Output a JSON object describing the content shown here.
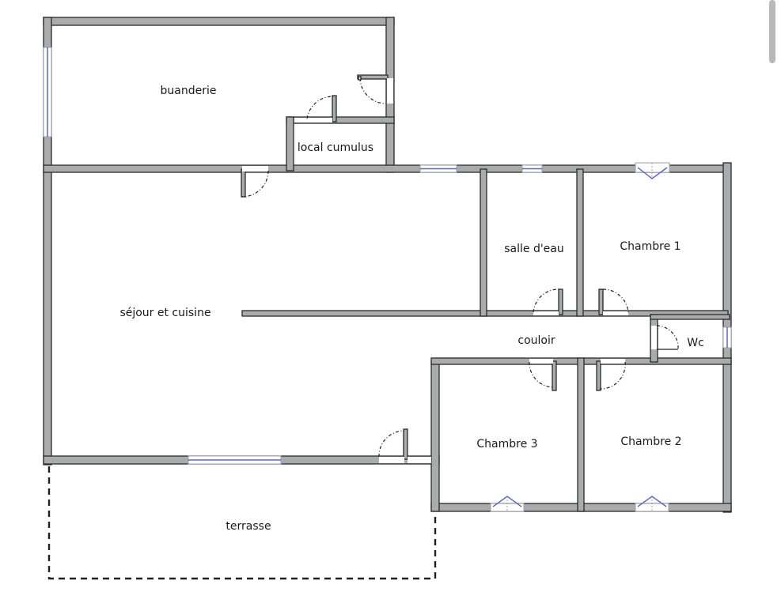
{
  "plan": {
    "rooms": [
      {
        "id": "buanderie",
        "label": "buanderie"
      },
      {
        "id": "local-cumulus",
        "label": "local cumulus"
      },
      {
        "id": "sejour",
        "label": "séjour et cuisine"
      },
      {
        "id": "salle-eau",
        "label": "salle d'eau"
      },
      {
        "id": "chambre-1",
        "label": "Chambre 1"
      },
      {
        "id": "couloir",
        "label": "couloir"
      },
      {
        "id": "wc",
        "label": "Wc"
      },
      {
        "id": "chambre-3",
        "label": "Chambre 3"
      },
      {
        "id": "chambre-2",
        "label": "Chambre 2"
      },
      {
        "id": "terrasse",
        "label": "terrasse"
      }
    ],
    "colors": {
      "wall_fill": "#a9abad",
      "wall_stroke": "#2b2b2b",
      "window": "#5a63c9"
    }
  }
}
